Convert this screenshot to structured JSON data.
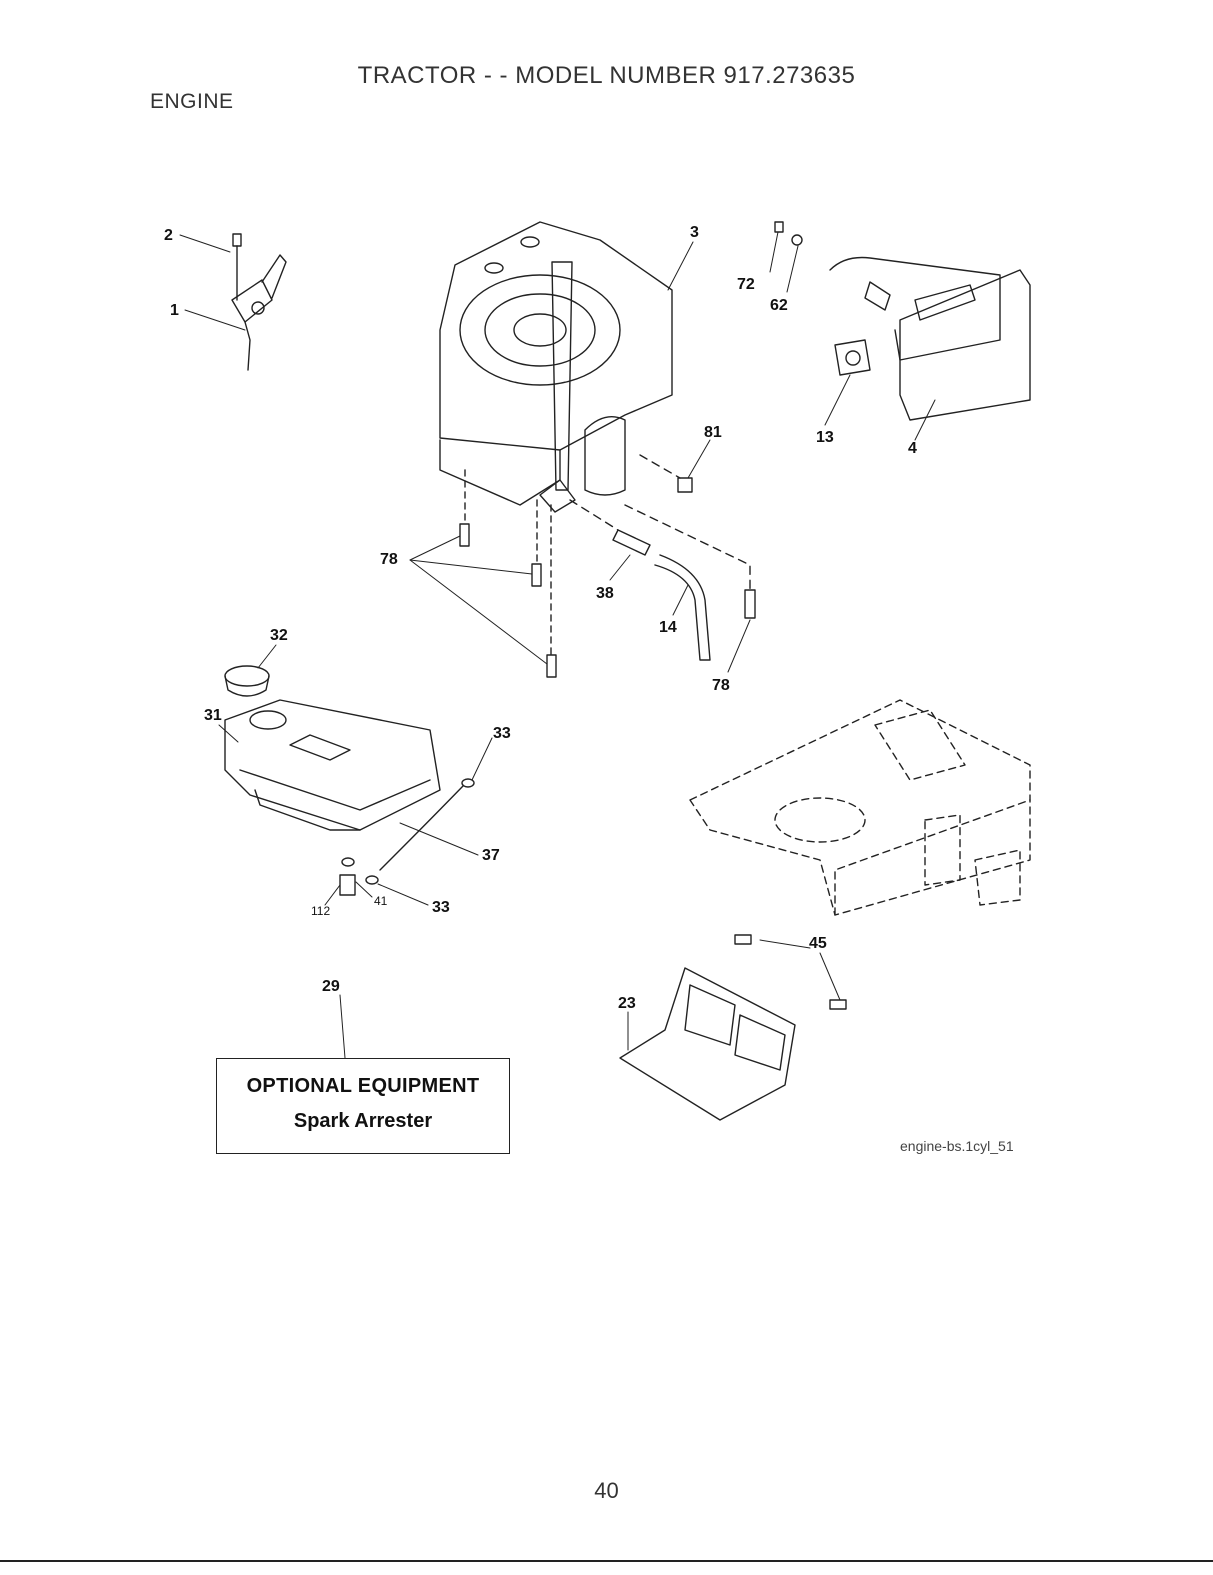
{
  "header": {
    "title": "TRACTOR - - MODEL NUMBER 917.273635",
    "section": "ENGINE"
  },
  "callouts": {
    "c1": "1",
    "c2": "2",
    "c3": "3",
    "c4": "4",
    "c13": "13",
    "c14": "14",
    "c23": "23",
    "c29": "29",
    "c31": "31",
    "c32": "32",
    "c33a": "33",
    "c33b": "33",
    "c37": "37",
    "c38": "38",
    "c41": "41",
    "c45": "45",
    "c62": "62",
    "c72": "72",
    "c78a": "78",
    "c78b": "78",
    "c81": "81",
    "c112": "112"
  },
  "optional_equipment": {
    "title": "OPTIONAL EQUIPMENT",
    "item": "Spark Arrester"
  },
  "file_reference": "engine-bs.1cyl_51",
  "page_number": "40"
}
